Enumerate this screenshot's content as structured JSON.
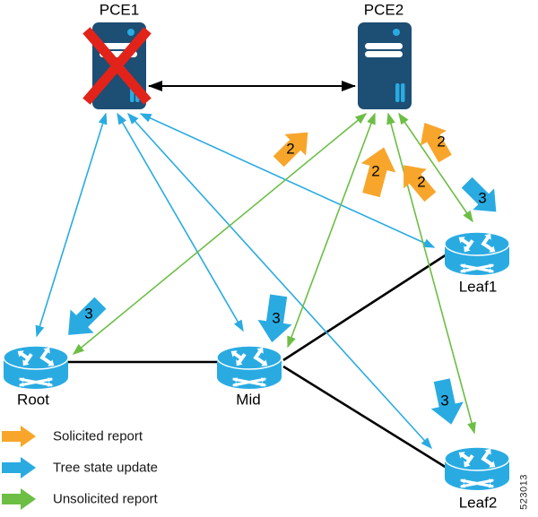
{
  "figure": {
    "watermark": "523013"
  },
  "nodes": {
    "pce1": {
      "label": "PCE1",
      "failed": true
    },
    "pce2": {
      "label": "PCE2",
      "failed": false
    },
    "root": {
      "label": "Root"
    },
    "mid": {
      "label": "Mid"
    },
    "leaf1": {
      "label": "Leaf1"
    },
    "leaf2": {
      "label": "Leaf2"
    }
  },
  "annotations": {
    "solicited_step": "2",
    "tree_update_step": "3"
  },
  "legend": {
    "items": [
      {
        "name": "solicited-report",
        "label": "Solicited report",
        "color": "#F7A62B"
      },
      {
        "name": "tree-state-update",
        "label": "Tree state update",
        "color": "#29ABE2"
      },
      {
        "name": "unsolicited-report",
        "label": "Unsolicited report",
        "color": "#6CBE45"
      }
    ]
  },
  "colors": {
    "server_body": "#1D4E74",
    "failure_cross": "#E2231A",
    "router": "#29ABE2",
    "solicited": "#F7A62B",
    "tree_update": "#29ABE2",
    "unsolicited": "#6CBE45",
    "physical_link": "#000000"
  },
  "connections": {
    "pce_sync": {
      "from": "PCE1",
      "to": "PCE2",
      "bidirectional": true
    },
    "physical_links": [
      [
        "Root",
        "Mid"
      ],
      [
        "Mid",
        "Leaf1"
      ],
      [
        "Mid",
        "Leaf2"
      ]
    ],
    "tree_state_update_sessions": [
      [
        "PCE1",
        "Root"
      ],
      [
        "PCE1",
        "Mid"
      ],
      [
        "PCE1",
        "Leaf1"
      ],
      [
        "PCE1",
        "Leaf2"
      ]
    ],
    "unsolicited_report_sessions": [
      [
        "PCE2",
        "Root"
      ],
      [
        "PCE2",
        "Mid"
      ],
      [
        "PCE2",
        "Leaf1"
      ],
      [
        "PCE2",
        "Leaf2"
      ]
    ]
  }
}
